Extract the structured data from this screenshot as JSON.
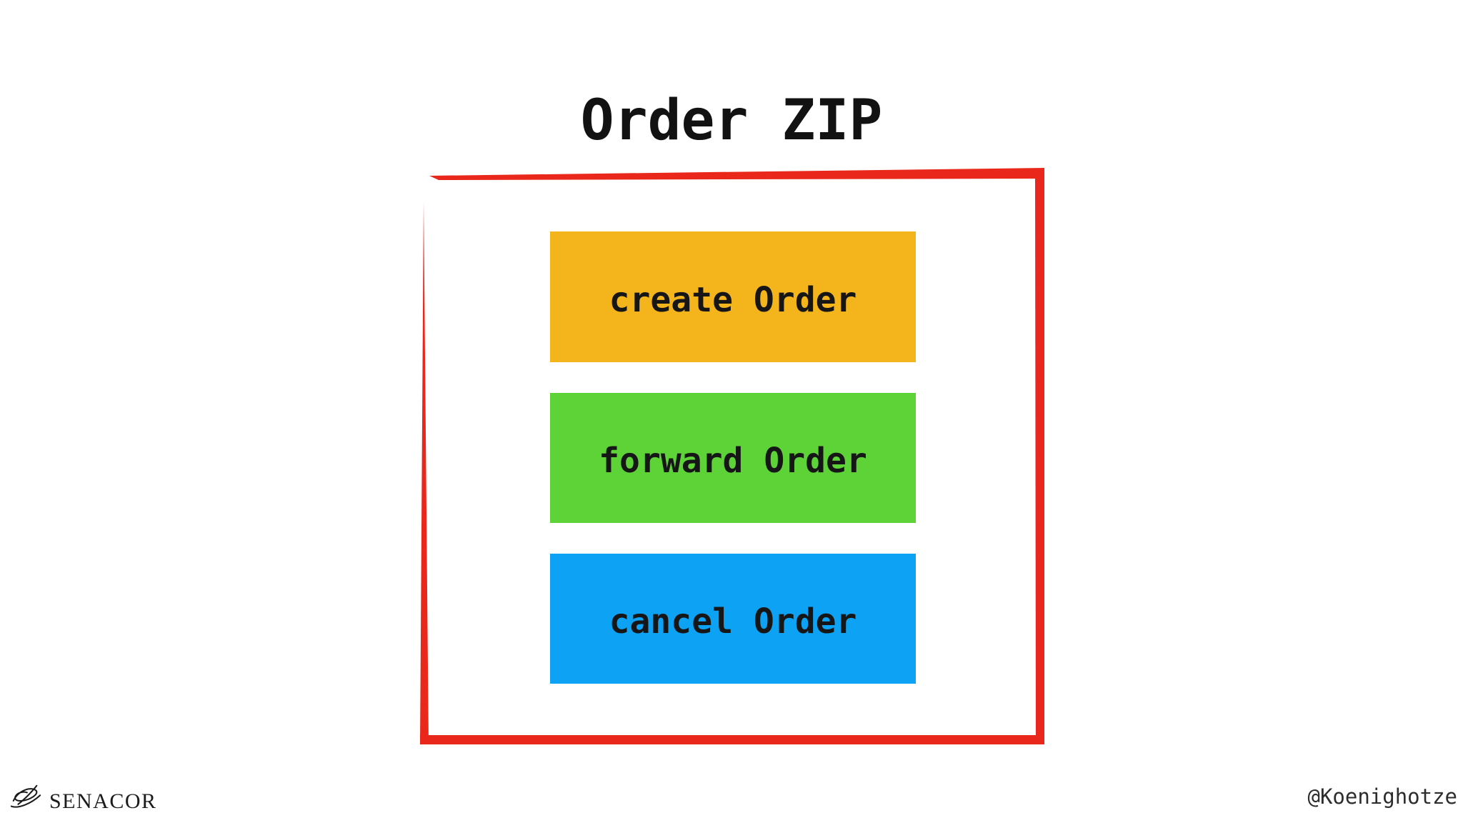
{
  "title": "Order ZIP",
  "frame": {
    "name": "hand-drawn-red-frame",
    "color": "#e9281b"
  },
  "boxes": [
    {
      "id": "create",
      "label": "create Order",
      "color": "#f4b41c"
    },
    {
      "id": "forward",
      "label": "forward Order",
      "color": "#5ed338"
    },
    {
      "id": "cancel",
      "label": "cancel Order",
      "color": "#0da2f3"
    }
  ],
  "footer": {
    "brand": "SENACOR",
    "brand_icon": "senacor-scribble-logo",
    "handle": "@Koenighotze"
  },
  "colors": {
    "background": "#ffffff",
    "title_text": "#121212",
    "box_label_text": "#161616",
    "handle_text": "#2d2d2d",
    "brand_text": "#1b1b1b"
  }
}
